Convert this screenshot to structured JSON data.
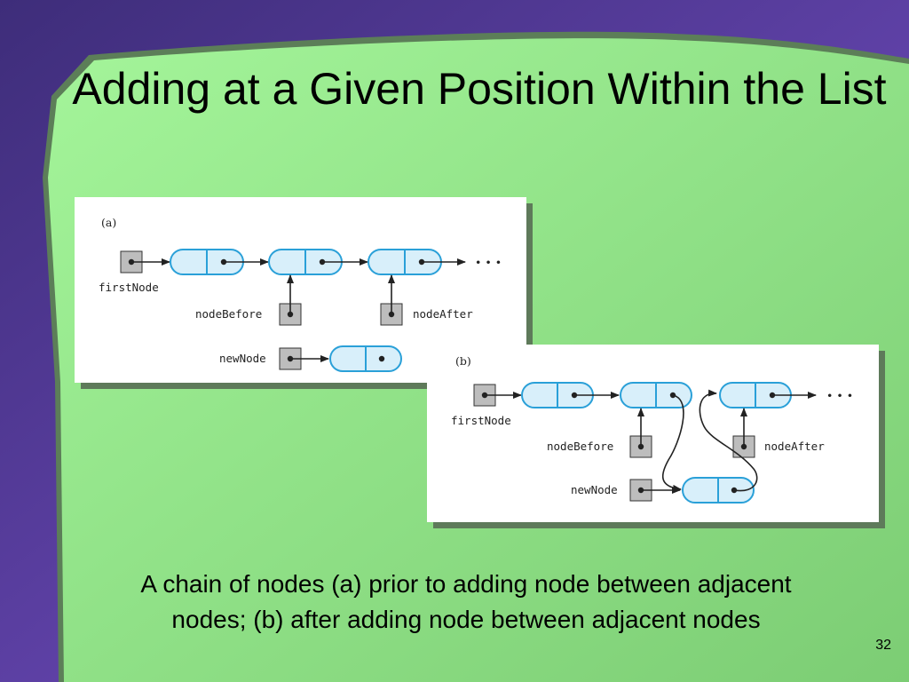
{
  "slide": {
    "title": "Adding at a Given Position Within the List",
    "caption": "A chain of nodes (a) prior to adding node between adjacent nodes; (b) after adding node between adjacent nodes",
    "page_number": "32"
  },
  "figure_a": {
    "panel_label": "(a)",
    "labels": {
      "first": "firstNode",
      "before": "nodeBefore",
      "after": "nodeAfter",
      "new": "newNode"
    },
    "ellipsis": "• • •"
  },
  "figure_b": {
    "panel_label": "(b)",
    "labels": {
      "first": "firstNode",
      "before": "nodeBefore",
      "after": "nodeAfter",
      "new": "newNode"
    },
    "ellipsis": "• • •"
  },
  "colors": {
    "slide_green": "#8edf84",
    "slide_purple": "#5b3f9c",
    "node_fill": "#d8effa",
    "node_border": "#2aa0d8",
    "ref_box": "#bdbdbd"
  }
}
